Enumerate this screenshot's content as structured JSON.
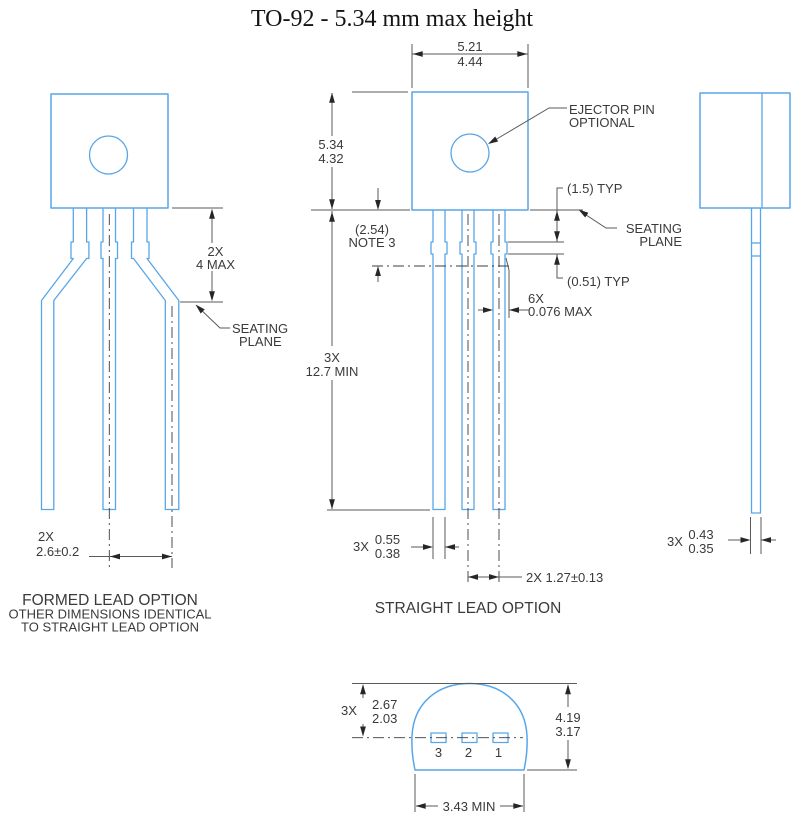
{
  "title": "TO-92 - 5.34 mm max height",
  "colors": {
    "drawing_blue": "#58a6e8",
    "dimension_gray": "#5a5a5a",
    "text_gray": "#3a3a3a"
  },
  "formed_lead_view": {
    "dim_standoff": {
      "qty": "2X",
      "value": "4 MAX"
    },
    "seating_plane_label": {
      "line1": "SEATING",
      "line2": "PLANE"
    },
    "dim_lead_spread": {
      "qty": "2X",
      "value": "2.6±0.2"
    },
    "caption": {
      "line1": "FORMED LEAD OPTION",
      "line2": "OTHER DIMENSIONS IDENTICAL",
      "line3": "TO STRAIGHT LEAD OPTION"
    }
  },
  "straight_lead_view": {
    "dim_body_width": {
      "max": "5.21",
      "min": "4.44"
    },
    "dim_body_height": {
      "max": "5.34",
      "min": "4.32"
    },
    "ejector_pin_label": {
      "line1": "EJECTOR PIN",
      "line2": "OPTIONAL"
    },
    "dim_crimp_offset": "(1.5) TYP",
    "seating_plane_label": {
      "line1": "SEATING",
      "line2": "PLANE"
    },
    "dim_form_ref": {
      "value": "(2.54)",
      "note": "NOTE 3"
    },
    "dim_crimp_height": "(0.51) TYP",
    "dim_flash": {
      "qty": "6X",
      "value": "0.076 MAX"
    },
    "dim_lead_length": {
      "qty": "3X",
      "value": "12.7 MIN"
    },
    "dim_lead_width": {
      "qty": "3X",
      "max": "0.55",
      "min": "0.38"
    },
    "dim_lead_pitch": "2X 1.27±0.13",
    "caption": "STRAIGHT LEAD OPTION"
  },
  "side_view": {
    "dim_lead_thickness": {
      "qty": "3X",
      "max": "0.43",
      "min": "0.35"
    }
  },
  "bottom_view": {
    "dim_lead_row_offset": {
      "qty": "3X",
      "max": "2.67",
      "min": "2.03"
    },
    "dim_body_depth": {
      "max": "4.19",
      "min": "3.17"
    },
    "pin_labels": [
      "3",
      "2",
      "1"
    ],
    "dim_flat_width": "3.43 MIN"
  }
}
